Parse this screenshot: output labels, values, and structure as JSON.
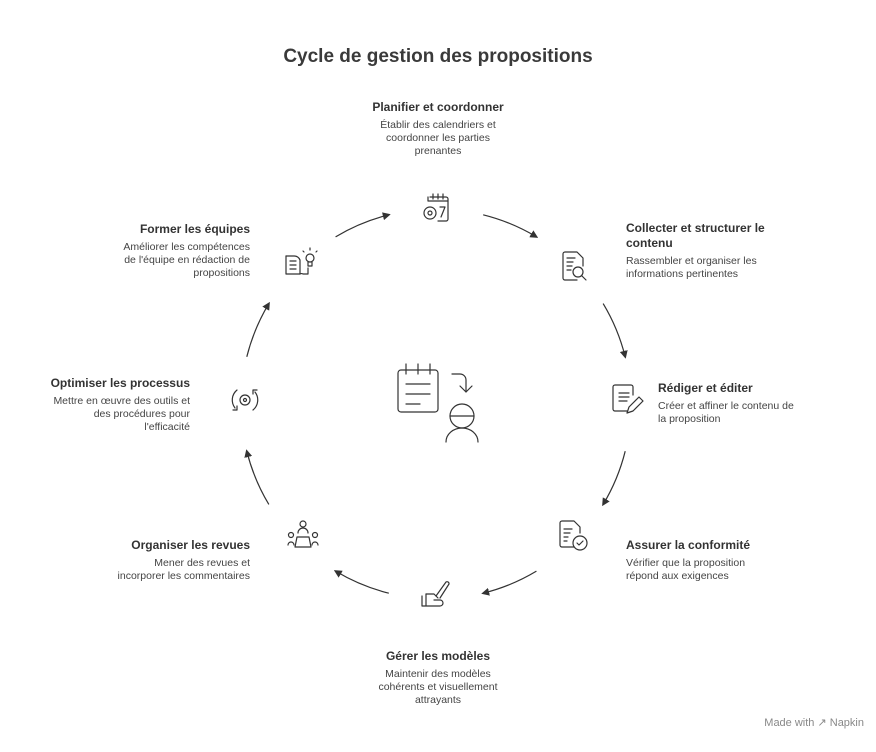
{
  "title": "Cycle de gestion des propositions",
  "steps": [
    {
      "title": "Planifier et coordonner",
      "desc": "Établir des calendriers et\ncoordonner les parties\nprenantes",
      "icon": "calendar-gear-icon"
    },
    {
      "title": "Collecter et structurer le contenu",
      "desc": "Rassembler et organiser les\ninformations pertinentes",
      "icon": "document-search-icon"
    },
    {
      "title": "Rédiger et éditer",
      "desc": "Créer et affiner le contenu de\nla proposition",
      "icon": "document-pencil-icon"
    },
    {
      "title": "Assurer la conformité",
      "desc": "Vérifier que la proposition\nrépond aux exigences",
      "icon": "document-check-icon"
    },
    {
      "title": "Gérer les modèles",
      "desc": "Maintenir des modèles\ncohérents et visuellement\nattrayants",
      "icon": "hand-brush-icon"
    },
    {
      "title": "Organiser les revues",
      "desc": "Mener des revues et\nincorporer les commentaires",
      "icon": "meeting-icon"
    },
    {
      "title": "Optimiser les processus",
      "desc": "Mettre en œuvre des outils et\ndes procédures pour\nl'efficacité",
      "icon": "cycle-gear-icon"
    },
    {
      "title": "Former les équipes",
      "desc": "Améliorer les compétences\nde l'équipe en rédaction de\npropositions",
      "icon": "book-lightbulb-icon"
    }
  ],
  "center_icon": "clipboard-person-icon",
  "footer": "Made with ↗ Napkin",
  "colors": {
    "stroke": "#333333",
    "text": "#333333",
    "footer": "#888888"
  }
}
